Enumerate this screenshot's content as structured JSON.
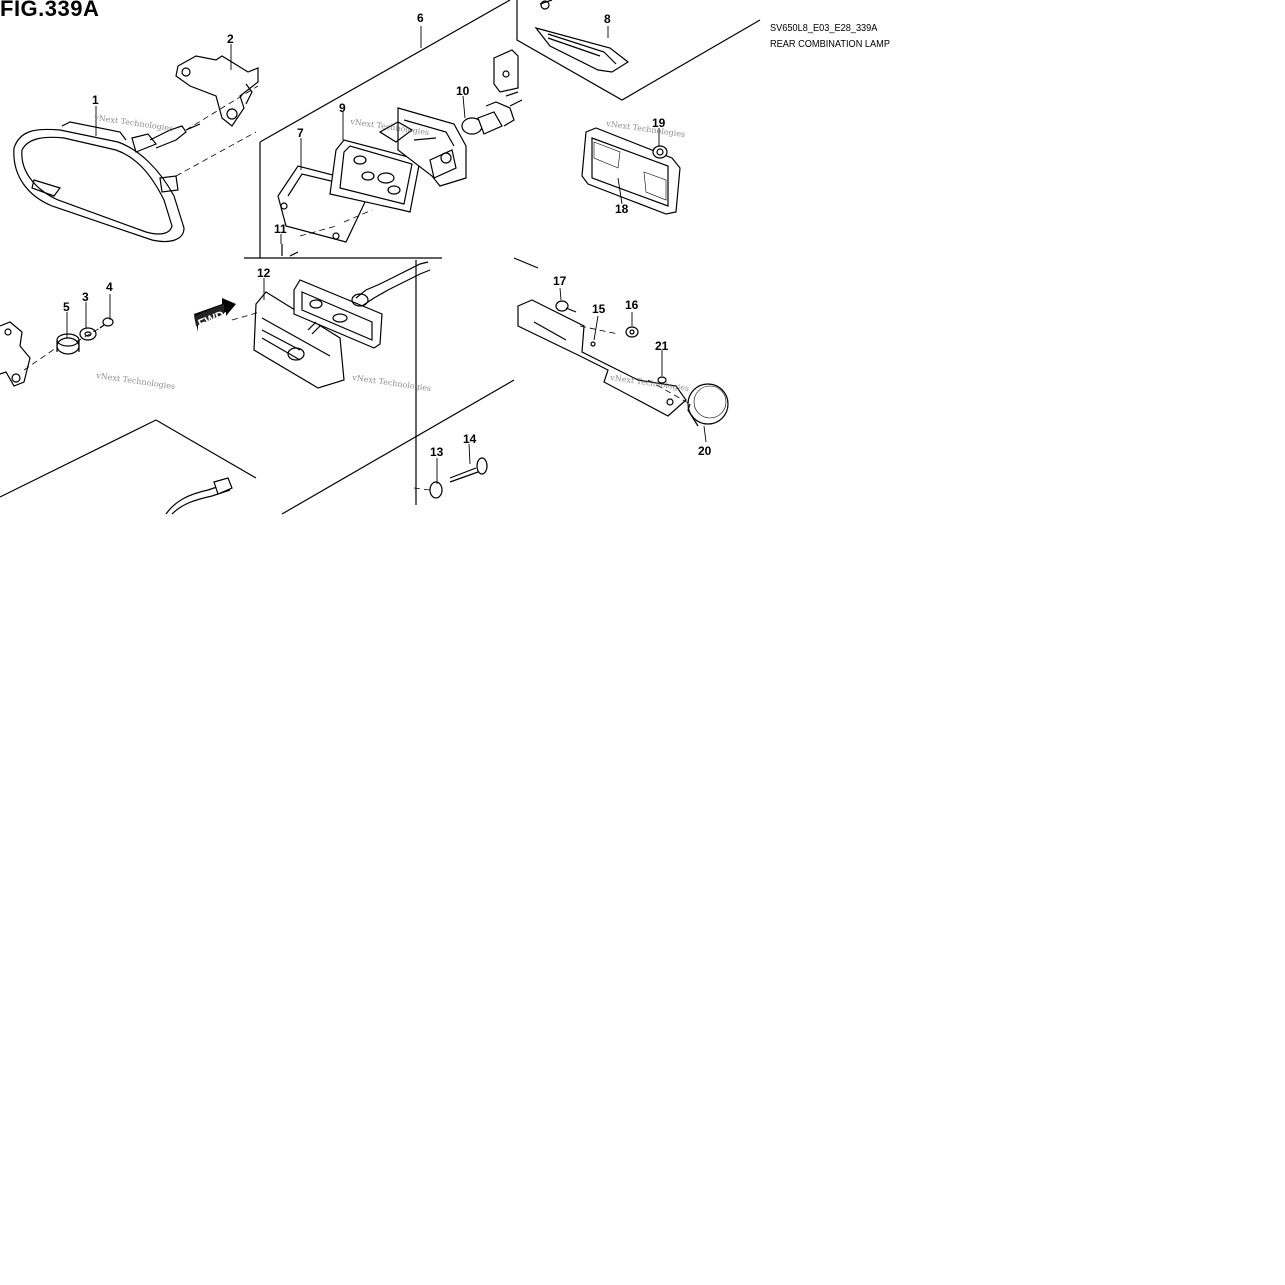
{
  "figure": {
    "label": "FIG.339A",
    "code": "SV650L8_E03_E28_339A",
    "title": "REAR COMBINATION LAMP"
  },
  "fwd_arrow": {
    "label": "FWD"
  },
  "watermark": "vNext Technologies",
  "callouts": [
    {
      "id": "1"
    },
    {
      "id": "2"
    },
    {
      "id": "3"
    },
    {
      "id": "4"
    },
    {
      "id": "5"
    },
    {
      "id": "6"
    },
    {
      "id": "7"
    },
    {
      "id": "8"
    },
    {
      "id": "9"
    },
    {
      "id": "10"
    },
    {
      "id": "11"
    },
    {
      "id": "12"
    },
    {
      "id": "13"
    },
    {
      "id": "14"
    },
    {
      "id": "15"
    },
    {
      "id": "16"
    },
    {
      "id": "17"
    },
    {
      "id": "18"
    },
    {
      "id": "19"
    },
    {
      "id": "20"
    },
    {
      "id": "21"
    }
  ]
}
